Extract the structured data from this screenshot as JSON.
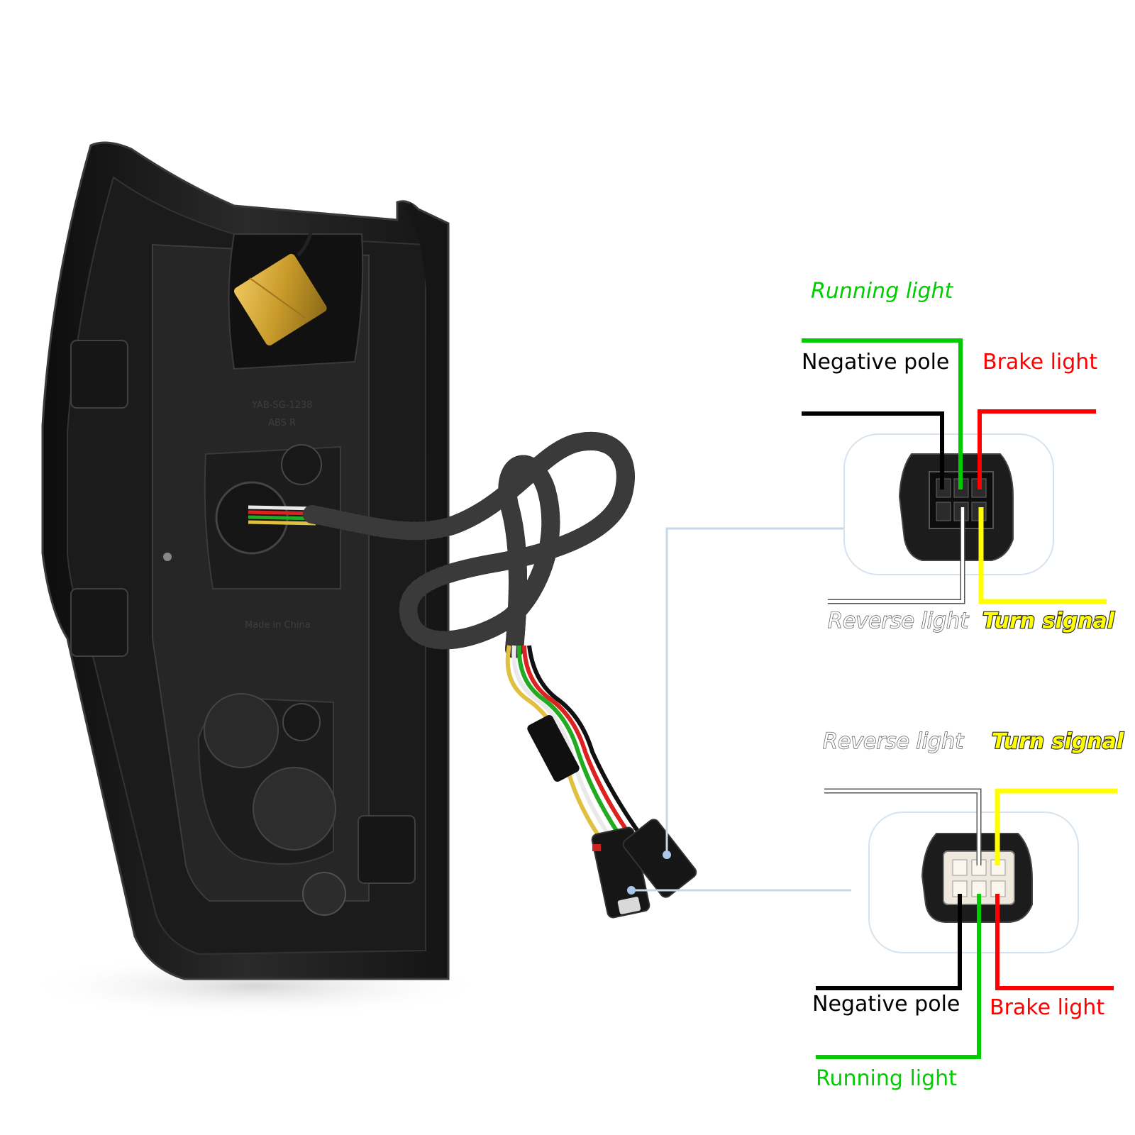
{
  "colors": {
    "running_light": "#00cc00",
    "negative_pole": "#000000",
    "brake_light": "#ff0000",
    "reverse_light": "#ffffff",
    "turn_signal": "#ffff00",
    "leader_line": "#c5d8ea",
    "connector_body": "#1c1c1c",
    "tail_lamp_housing": "#222222"
  },
  "top_connector": {
    "running_light": "Running light",
    "negative_pole": "Negative pole",
    "brake_light": "Brake light",
    "reverse_light": "Reverse light",
    "turn_signal": "Turn signal"
  },
  "bottom_connector": {
    "reverse_light": "Reverse light",
    "turn_signal": "Turn signal",
    "negative_pole": "Negative pole",
    "brake_light": "Brake light",
    "running_light": "Running light"
  },
  "housing_text": {
    "part_code": "YAB-SG-1238",
    "material": "ABS R",
    "origin": "Made in China"
  },
  "icons": [
    "tail-lamp-icon",
    "wiring-harness-icon",
    "resistor-icon",
    "female-connector-icon",
    "male-connector-icon"
  ]
}
